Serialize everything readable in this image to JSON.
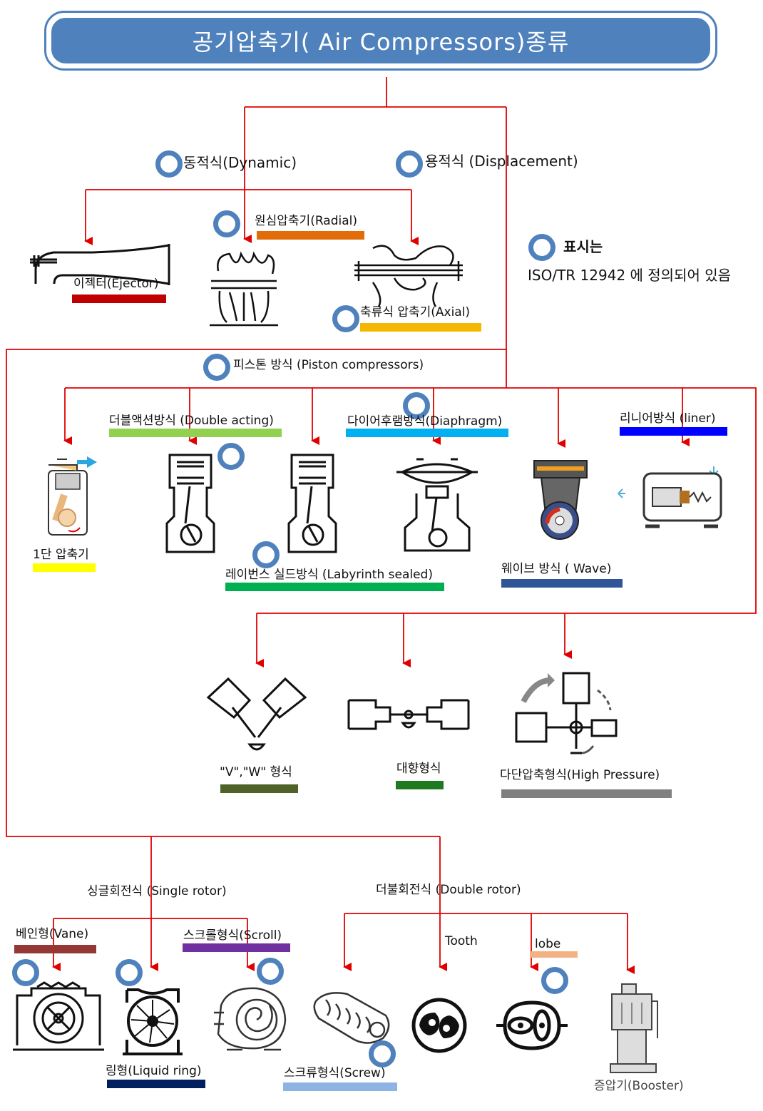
{
  "title": "공기압축기( Air Compressors)종류",
  "legend": {
    "title": "표시는",
    "text": "ISO/TR 12942 에 정의되어 있음"
  },
  "categories": {
    "dynamic": "동적식(Dynamic)",
    "displacement": "용적식 (Displacement)",
    "piston": "피스톤 방식 (Piston compressors)",
    "single_rotor": "싱글회전식 (Single rotor)",
    "double_rotor": "더불회전식 (Double rotor)"
  },
  "dynamic_types": {
    "ejector": "이젝터(Ejector)",
    "radial": "원심압축기(Radial)",
    "axial": "축류식 압축기(Axial)"
  },
  "piston_types": {
    "single_stage": "1단 압축기",
    "double_acting": "더블액션방식 (Double acting)",
    "labyrinth": "레이번스 실드방식 (Labyrinth sealed)",
    "diaphragm": "다이어후램방식(Diaphragm)",
    "wave": "웨이브 방식 ( Wave)",
    "liner": "리니어방식 (liner)"
  },
  "piston_layouts": {
    "vw": "\"V\",\"W\" 형식",
    "opposed": "대향형식",
    "high_pressure": "다단압축형식(High Pressure)"
  },
  "rotary_types": {
    "vane": "베인형(Vane)",
    "liquid_ring": "링형(Liquid ring)",
    "scroll": "스크롤형식(Scroll)",
    "screw": "스크류형식(Screw)",
    "tooth": "Tooth",
    "lobe": "lobe",
    "booster": "증압기(Booster)"
  },
  "colors": {
    "title_fill": "#4f81bd",
    "ring": "#4f81bd",
    "connector": "#e00000",
    "ejector_bar": "#c00000",
    "radial_bar": "#e36c0a",
    "axial_bar": "#f5b800",
    "single_stage_bar": "#ffff00",
    "double_acting_bar": "#92d050",
    "labyrinth_bar": "#00b050",
    "diaphragm_bar": "#00b0f0",
    "wave_bar": "#2f5597",
    "liner_bar": "#0000ff",
    "vw_bar": "#4f6228",
    "opposed_bar": "#1e7a1e",
    "high_pressure_bar": "#808080",
    "vane_bar": "#953735",
    "liquid_ring_bar": "#002060",
    "scroll_bar": "#7030a0",
    "screw_bar": "#8eb4e3",
    "lobe_bar": "#f4b183"
  }
}
